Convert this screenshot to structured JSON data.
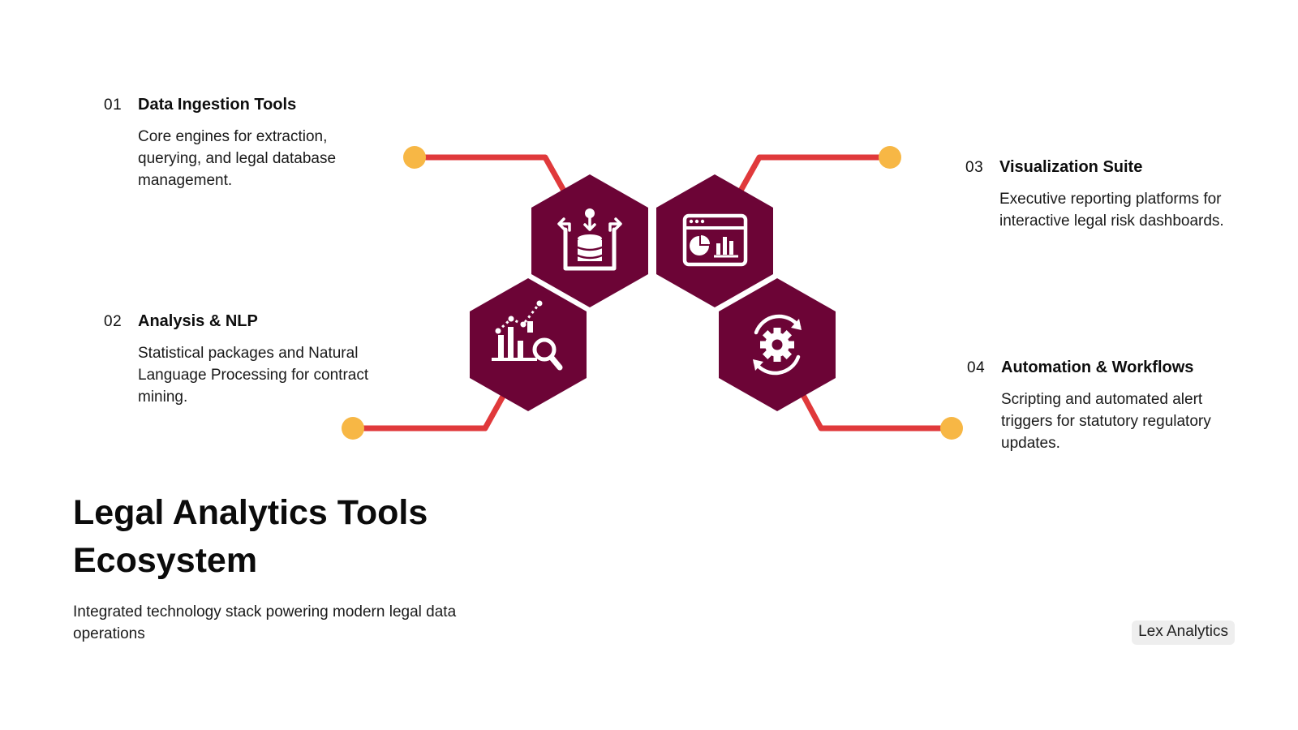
{
  "items": [
    {
      "number": "01",
      "title": "Data Ingestion Tools",
      "description": "Core engines for extraction, querying, and legal database management.",
      "icon": "database-ingestion-icon"
    },
    {
      "number": "02",
      "title": "Analysis & NLP",
      "description": "Statistical packages and Natural Language Processing for contract mining.",
      "icon": "chart-magnifier-icon"
    },
    {
      "number": "03",
      "title": "Visualization Suite",
      "description": "Executive reporting platforms for interactive legal risk dashboards.",
      "icon": "dashboard-window-icon"
    },
    {
      "number": "04",
      "title": "Automation & Workflows",
      "description": "Scripting and automated alert triggers for statutory regulatory updates.",
      "icon": "gear-cycle-icon"
    }
  ],
  "title": "Legal Analytics Tools Ecosystem",
  "subtitle": "Integrated technology stack powering modern legal data operations",
  "brand": "Lex Analytics",
  "colors": {
    "hexagon": "#6c0436",
    "connector": "#e0393b",
    "endpoint": "#f7b745",
    "icon": "#ffffff",
    "badge_bg": "#eeeeee"
  }
}
